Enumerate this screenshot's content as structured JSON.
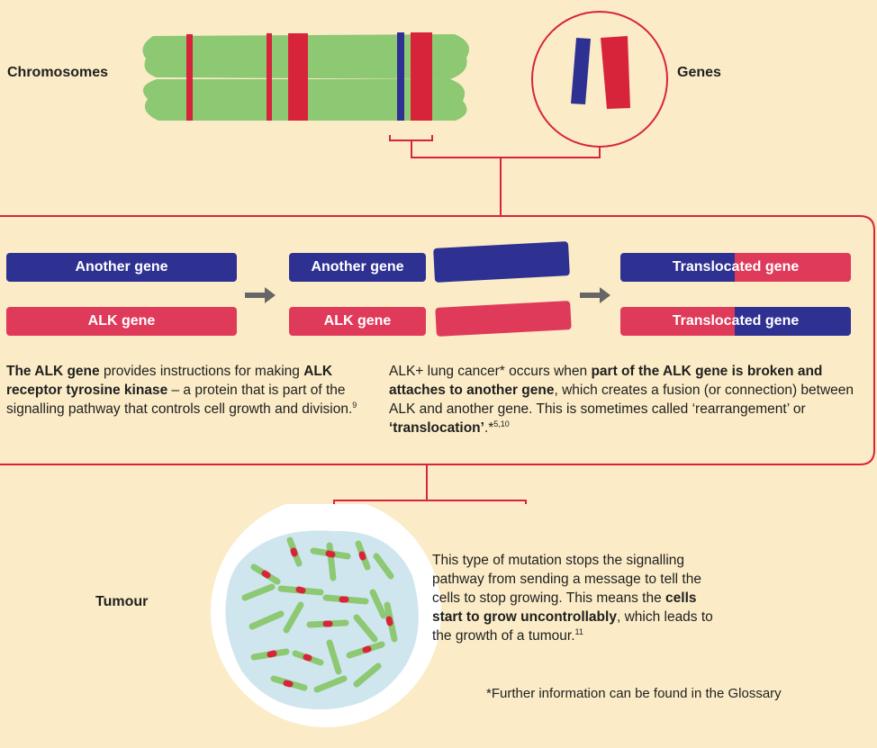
{
  "top": {
    "chromosomes_label": "Chromosomes",
    "genes_label": "Genes"
  },
  "panel": {
    "step1": {
      "top_pill": "Another gene",
      "bottom_pill": "ALK gene"
    },
    "step2": {
      "top_pill": "Another gene",
      "bottom_pill": "ALK gene"
    },
    "step3": {
      "top_pill": "Translocated gene",
      "bottom_pill": "Translocated gene"
    },
    "left_text": {
      "p1_bold": "The ALK gene",
      "p2": " provides instructions for making ",
      "p3_bold": "ALK receptor tyrosine kinase",
      "p4": " – a protein that is part of the signalling pathway that controls cell growth and division.",
      "sup": "9"
    },
    "right_text": {
      "p1": "ALK+ lung cancer* occurs when ",
      "p2_bold": "part of the ALK gene is broken and attaches to another gene",
      "p3": ", which creates a fusion (or connection) between ALK and another gene. This is sometimes called ‘rearrangement’ or ",
      "p4_bold": "‘translocation’",
      "p5": ".*",
      "sup": "5,10"
    }
  },
  "bottom": {
    "tumour_label": "Tumour",
    "text": {
      "p1": "This type of mutation stops the signalling pathway from sending a message to tell the cells to stop growing. This means the ",
      "p2_bold": "cells start to grow uncontrollably",
      "p3": ", which leads to the growth of a tumour.",
      "sup": "11"
    },
    "footnote": "*Further information can be found in the Glossary"
  },
  "colors": {
    "background": "#fbecc7",
    "blue": "#2e3192",
    "red": "#e03a5a",
    "green": "#8dc873",
    "line": "#d8243b",
    "tumour_fill": "#cfe6ef"
  }
}
